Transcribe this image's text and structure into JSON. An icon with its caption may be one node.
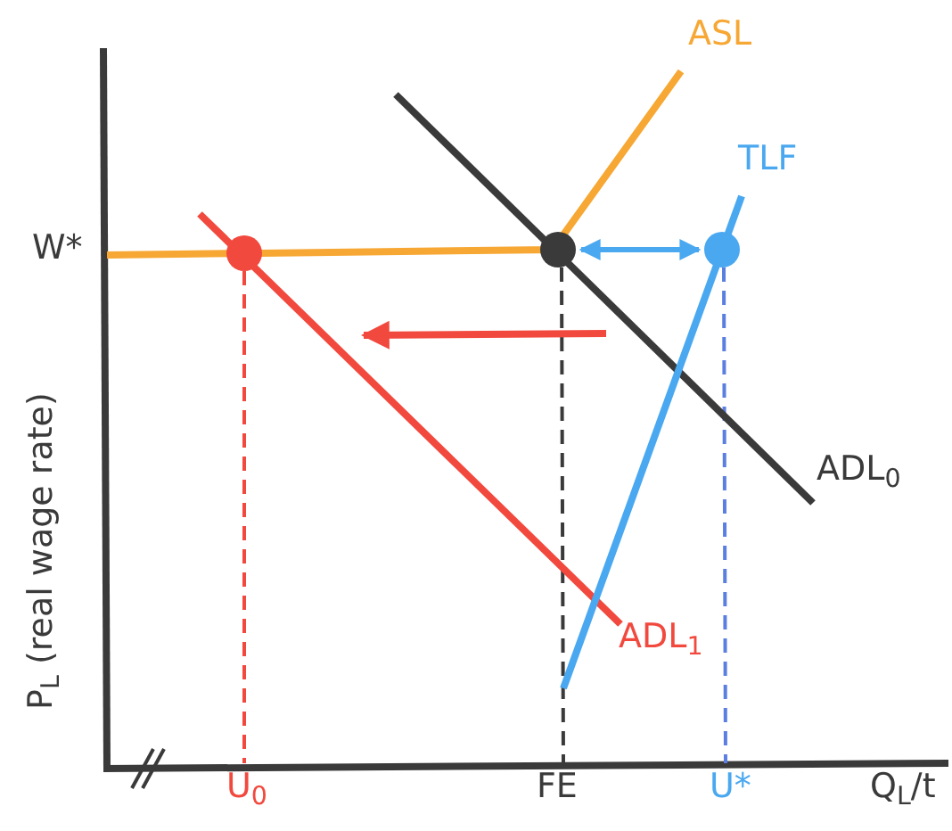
{
  "diagram": {
    "nodes": [
      {
        "text": [],
        "shape": "circle"
      },
      {
        "text": [],
        "shape": "circle"
      },
      {
        "text": [],
        "shape": "circle"
      }
    ],
    "edges": [
      {
        "from": 1,
        "to": 2,
        "arrow": "both",
        "color": "#4aa8f0"
      }
    ],
    "labels": [
      "ASL",
      "TLF",
      "W*",
      "ADL$_{0}$",
      "ADL$_{1}$",
      "P$_{L}$ (real wage rate)",
      "U$_{0}$",
      "FE",
      "U*",
      "Q$_{L}$/t"
    ]
  }
}
